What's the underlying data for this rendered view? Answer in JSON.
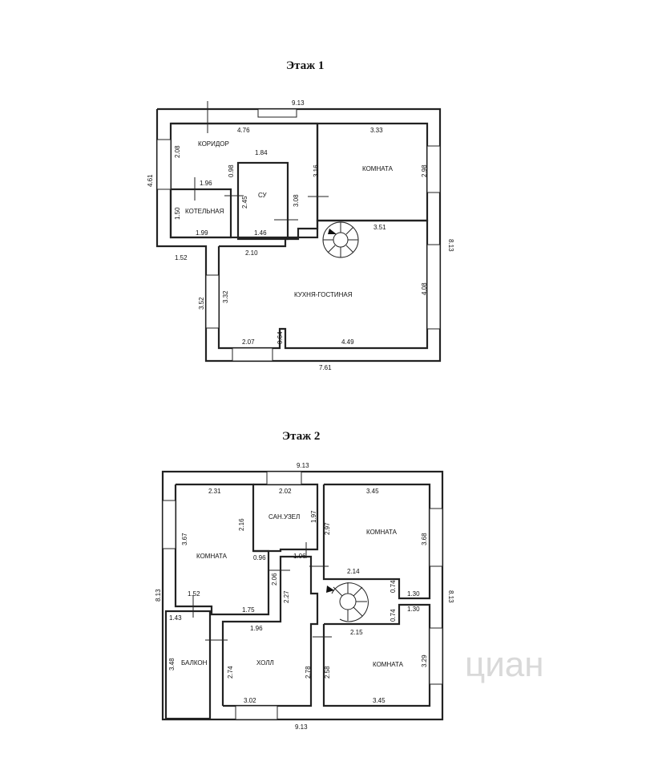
{
  "floor1": {
    "title": "Этаж 1",
    "rooms": {
      "corridor": "КОРИДОР",
      "room": "КОМНАТА",
      "bath": "СУ",
      "boiler": "КОТЕЛЬНАЯ",
      "kitchen": "КУХНЯ-ГОСТИНАЯ"
    },
    "dims": {
      "top_outer": "9.13",
      "corridor_top": "4.76",
      "room_top": "3.33",
      "corridor_left": "2.08",
      "left_outer": "4.61",
      "su_top": "1.84",
      "su_left_gap": "0.98",
      "corridor_bottom": "1.96",
      "room_left": "3.16",
      "room_right": "2.98",
      "boiler_left": "1.50",
      "su_left": "2.45",
      "su_right": "3.08",
      "boiler_bottom": "1.99",
      "su_bottom": "1.46",
      "stair_right": "3.51",
      "right_outer": "8.13",
      "outer_step": "1.52",
      "kitchen_top": "2.10",
      "kitchen_right": "4.08",
      "kitchen_outer_left": "3.52",
      "kitchen_left": "3.32",
      "kitchen_bottom_left": "2.07",
      "kitchen_door": "0.64",
      "kitchen_bottom_right": "4.49",
      "bottom_outer": "7.61"
    }
  },
  "floor2": {
    "title": "Этаж 2",
    "rooms": {
      "room_left": "КОМНАТА",
      "bath": "САН.УЗЕЛ",
      "room_right_top": "КОМНАТА",
      "balcony": "БАЛКОН",
      "hall": "ХОЛЛ",
      "room_right_bottom": "КОМНАТА"
    },
    "dims": {
      "top_outer": "9.13",
      "left_room_top": "2.31",
      "bath_top": "2.02",
      "right_room_top": "3.45",
      "left_room_right": "2.16",
      "bath_right": "1.97",
      "left_room_left": "3.67",
      "right_room_left": "2.97",
      "right_room_right": "3.68",
      "notch_w": "0.96",
      "notch_w2": "1.06",
      "left_outer": "8.13",
      "notch_h": "2.06",
      "stair_top": "2.14",
      "step_h": "0.74",
      "step_w": "1.30",
      "right_outer": "8.13",
      "balcony_top": "1.52",
      "balcony_left_w": "1.43",
      "left_room_bottom": "1.75",
      "hall_mid": "2.27",
      "hall_top": "1.96",
      "stair_bottom": "2.15",
      "step_h2": "0.74",
      "step_w2": "1.30",
      "balcony_h": "3.48",
      "hall_left": "2.74",
      "hall_right": "2.78",
      "rb_left": "2.58",
      "rb_right": "3.29",
      "hall_bottom": "3.02",
      "rb_bottom": "3.45",
      "bottom_outer": "9.13"
    }
  },
  "watermark": "циан"
}
